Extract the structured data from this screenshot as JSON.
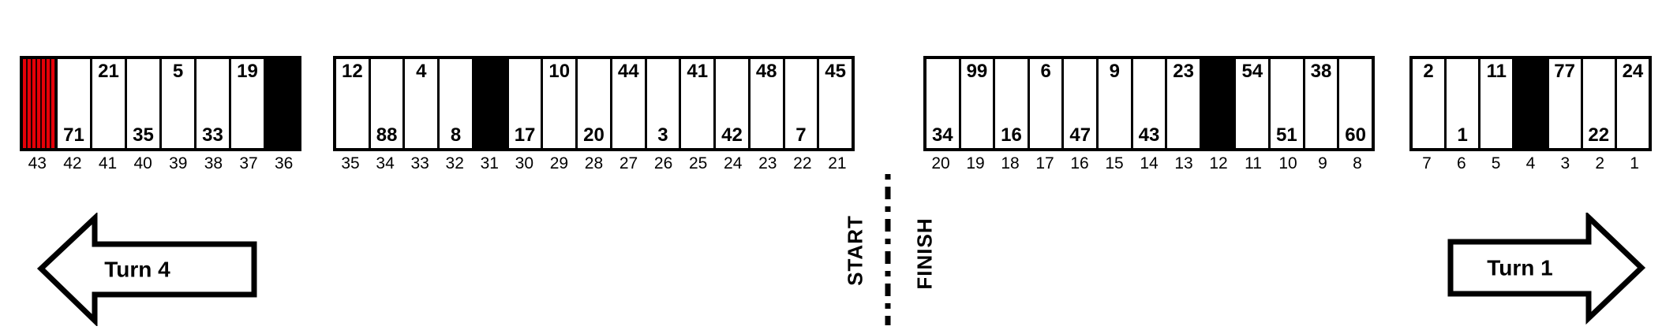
{
  "groups": [
    {
      "name": "stalls-43-36",
      "stalls": [
        {
          "stall": "43",
          "type": "red-hatch",
          "car": null
        },
        {
          "stall": "42",
          "type": "normal",
          "car": "71",
          "car_pos": "bottom"
        },
        {
          "stall": "41",
          "type": "normal",
          "car": "21",
          "car_pos": "top"
        },
        {
          "stall": "40",
          "type": "normal",
          "car": "35",
          "car_pos": "bottom"
        },
        {
          "stall": "39",
          "type": "normal",
          "car": "5",
          "car_pos": "top"
        },
        {
          "stall": "38",
          "type": "normal",
          "car": "33",
          "car_pos": "bottom"
        },
        {
          "stall": "37",
          "type": "normal",
          "car": "19",
          "car_pos": "top"
        },
        {
          "stall": "36",
          "type": "black",
          "car": null
        }
      ]
    },
    {
      "name": "stalls-35-21",
      "stalls": [
        {
          "stall": "35",
          "type": "normal",
          "car": "12",
          "car_pos": "top"
        },
        {
          "stall": "34",
          "type": "normal",
          "car": "88",
          "car_pos": "bottom"
        },
        {
          "stall": "33",
          "type": "normal",
          "car": "4",
          "car_pos": "top"
        },
        {
          "stall": "32",
          "type": "normal",
          "car": "8",
          "car_pos": "bottom"
        },
        {
          "stall": "31",
          "type": "black",
          "car": null
        },
        {
          "stall": "30",
          "type": "normal",
          "car": "17",
          "car_pos": "bottom"
        },
        {
          "stall": "29",
          "type": "normal",
          "car": "10",
          "car_pos": "top"
        },
        {
          "stall": "28",
          "type": "normal",
          "car": "20",
          "car_pos": "bottom"
        },
        {
          "stall": "27",
          "type": "normal",
          "car": "44",
          "car_pos": "top"
        },
        {
          "stall": "26",
          "type": "normal",
          "car": "3",
          "car_pos": "bottom"
        },
        {
          "stall": "25",
          "type": "normal",
          "car": "41",
          "car_pos": "top"
        },
        {
          "stall": "24",
          "type": "normal",
          "car": "42",
          "car_pos": "bottom"
        },
        {
          "stall": "23",
          "type": "normal",
          "car": "48",
          "car_pos": "top"
        },
        {
          "stall": "22",
          "type": "normal",
          "car": "7",
          "car_pos": "bottom"
        },
        {
          "stall": "21",
          "type": "normal",
          "car": "45",
          "car_pos": "top"
        }
      ]
    },
    {
      "name": "stalls-20-8",
      "stalls": [
        {
          "stall": "20",
          "type": "normal",
          "car": "34",
          "car_pos": "bottom"
        },
        {
          "stall": "19",
          "type": "normal",
          "car": "99",
          "car_pos": "top"
        },
        {
          "stall": "18",
          "type": "normal",
          "car": "16",
          "car_pos": "bottom"
        },
        {
          "stall": "17",
          "type": "normal",
          "car": "6",
          "car_pos": "top"
        },
        {
          "stall": "16",
          "type": "normal",
          "car": "47",
          "car_pos": "bottom"
        },
        {
          "stall": "15",
          "type": "normal",
          "car": "9",
          "car_pos": "top"
        },
        {
          "stall": "14",
          "type": "normal",
          "car": "43",
          "car_pos": "bottom"
        },
        {
          "stall": "13",
          "type": "normal",
          "car": "23",
          "car_pos": "top"
        },
        {
          "stall": "12",
          "type": "black",
          "car": null
        },
        {
          "stall": "11",
          "type": "normal",
          "car": "54",
          "car_pos": "top"
        },
        {
          "stall": "10",
          "type": "normal",
          "car": "51",
          "car_pos": "bottom"
        },
        {
          "stall": "9",
          "type": "normal",
          "car": "38",
          "car_pos": "top"
        },
        {
          "stall": "8",
          "type": "normal",
          "car": "60",
          "car_pos": "bottom"
        }
      ]
    },
    {
      "name": "stalls-7-1",
      "stalls": [
        {
          "stall": "7",
          "type": "normal",
          "car": "2",
          "car_pos": "top"
        },
        {
          "stall": "6",
          "type": "normal",
          "car": "1",
          "car_pos": "bottom"
        },
        {
          "stall": "5",
          "type": "normal",
          "car": "11",
          "car_pos": "top"
        },
        {
          "stall": "4",
          "type": "black",
          "car": null
        },
        {
          "stall": "3",
          "type": "normal",
          "car": "77",
          "car_pos": "top"
        },
        {
          "stall": "2",
          "type": "normal",
          "car": "22",
          "car_pos": "bottom"
        },
        {
          "stall": "1",
          "type": "normal",
          "car": "24",
          "car_pos": "top"
        }
      ]
    }
  ],
  "start_finish": {
    "start_label": "START",
    "finish_label": "FINISH"
  },
  "arrows": {
    "turn4": {
      "label": "Turn 4",
      "direction": "left"
    },
    "turn1": {
      "label": "Turn 1",
      "direction": "right"
    }
  },
  "colors": {
    "line_black": "#000000",
    "blocked_stall_fill": "#000000",
    "closed_stall_red": "#e60008",
    "closed_stall_stripe": "#250000",
    "stall_fill": "#ffffff"
  }
}
